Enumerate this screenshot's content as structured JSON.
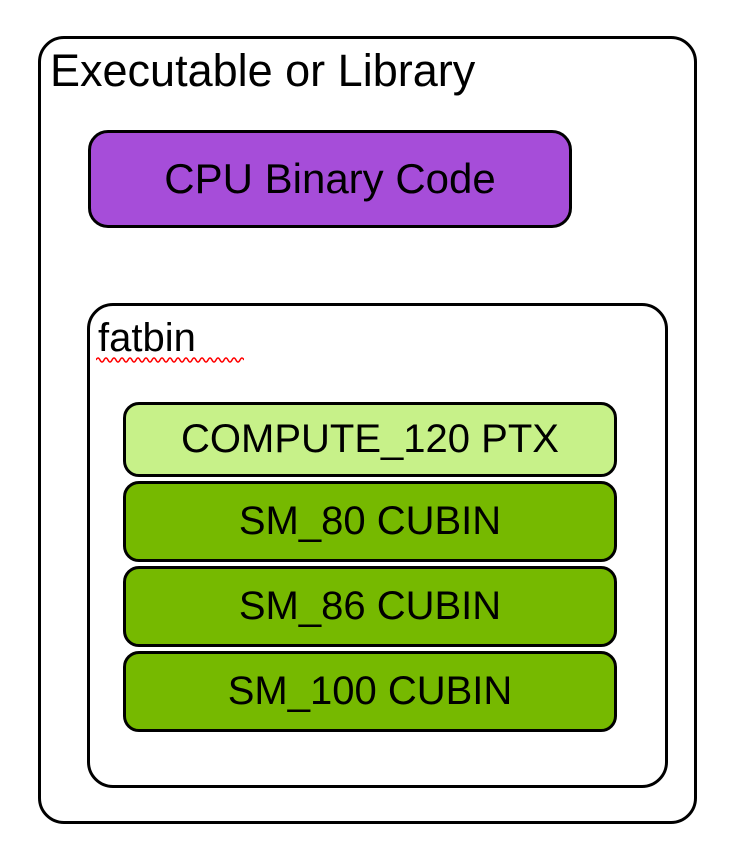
{
  "diagram": {
    "title": "Executable or Library",
    "cpu_box": {
      "label": "CPU Binary Code",
      "color": "#A64DD9"
    },
    "fatbin": {
      "label": "fatbin",
      "items": [
        {
          "label": "COMPUTE_120 PTX",
          "color": "#C7F189"
        },
        {
          "label": "SM_80 CUBIN",
          "color": "#76B900"
        },
        {
          "label": "SM_86 CUBIN",
          "color": "#76B900"
        },
        {
          "label": "SM_100 CUBIN",
          "color": "#76B900"
        }
      ]
    }
  },
  "colors": {
    "background": "#FFFFFF",
    "border": "#000000",
    "text": "#000000",
    "cpu_purple": "#A64DD9",
    "ptx_light_green": "#C7F189",
    "cubin_green": "#76B900",
    "spellcheck_red": "#FF0000"
  }
}
